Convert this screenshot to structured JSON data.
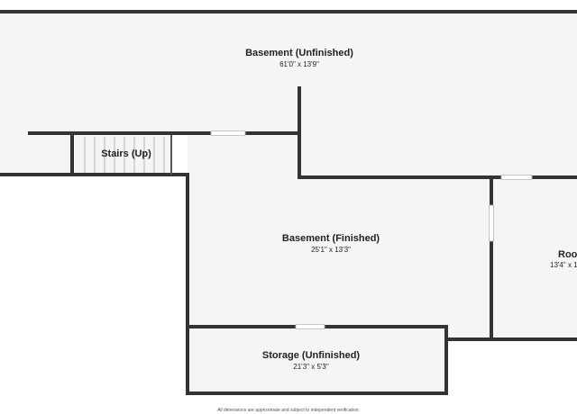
{
  "rooms": [
    {
      "name": "Basement (Unfinished)",
      "dims": "61'0\" x 13'9\""
    },
    {
      "name": "Stairs (Up)"
    },
    {
      "name": "Basement (Finished)",
      "dims": "25'1\" x 13'3\""
    },
    {
      "name": "Roo",
      "dims": "13'4\" x 1"
    },
    {
      "name": "Storage (Unfinished)",
      "dims": "21'3\" x 5'3\""
    }
  ],
  "footer": {
    "disclaimer": "All dimensions are approximate and subject to independent verification."
  },
  "colors": {
    "wall": "#333333",
    "floor": "#f5f5f5",
    "window": "#ffffff"
  }
}
